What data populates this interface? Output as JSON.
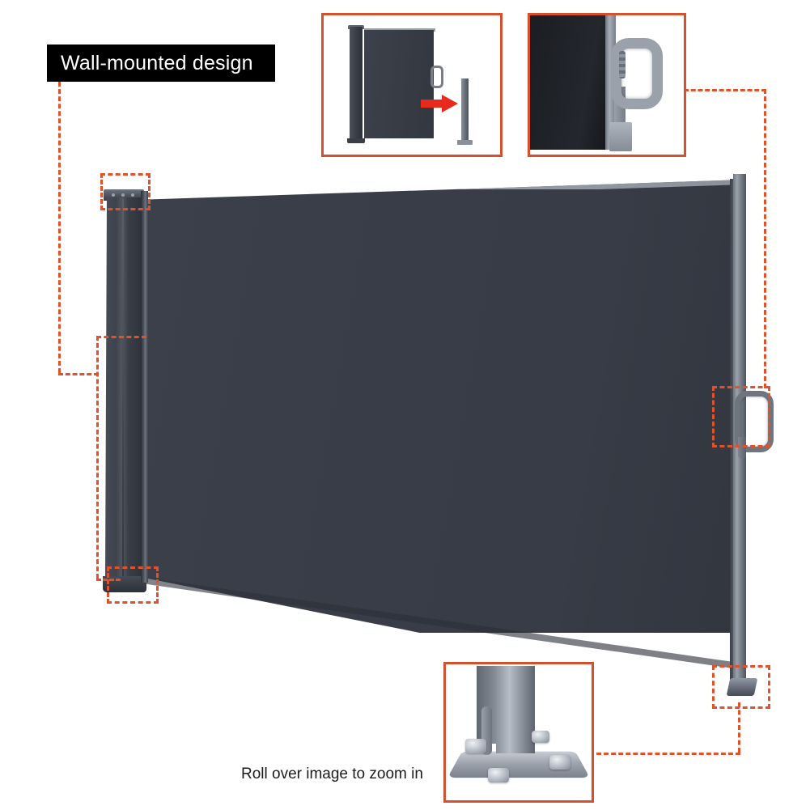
{
  "page": {
    "background_color": "#ffffff",
    "accent_color": "#d4512e",
    "callout_color": "#e0522b",
    "product_color": "#3a3e48"
  },
  "label": {
    "text": "Wall-mounted design",
    "background_color": "#000000",
    "text_color": "#ffffff"
  },
  "caption": {
    "text": "Roll over image to zoom in"
  },
  "insets": [
    {
      "id": "extend-retract",
      "name": "retractable-awning-extended-and-retracted",
      "border_color": "#d4512e",
      "arrow_color": "#e8291c"
    },
    {
      "id": "handle-detail",
      "name": "handle-latch-closeup",
      "border_color": "#d4512e"
    },
    {
      "id": "base-plate-detail",
      "name": "bolted-base-plate-closeup",
      "border_color": "#d4512e",
      "bolt_count": 4
    }
  ],
  "product": {
    "name": "retractable-side-awning",
    "panel_color": "#3a3e48",
    "post_color": "#434853",
    "pole_color": "#8d939d",
    "handle_color": "#6f757f"
  },
  "callouts": [
    {
      "id": "wall-mount-top",
      "target": "left-post-top-cap"
    },
    {
      "id": "wall-mount-bottom",
      "target": "left-post-base"
    },
    {
      "id": "handle",
      "target": "right-rail-handle"
    },
    {
      "id": "base-plate",
      "target": "right-pole-foot"
    }
  ]
}
